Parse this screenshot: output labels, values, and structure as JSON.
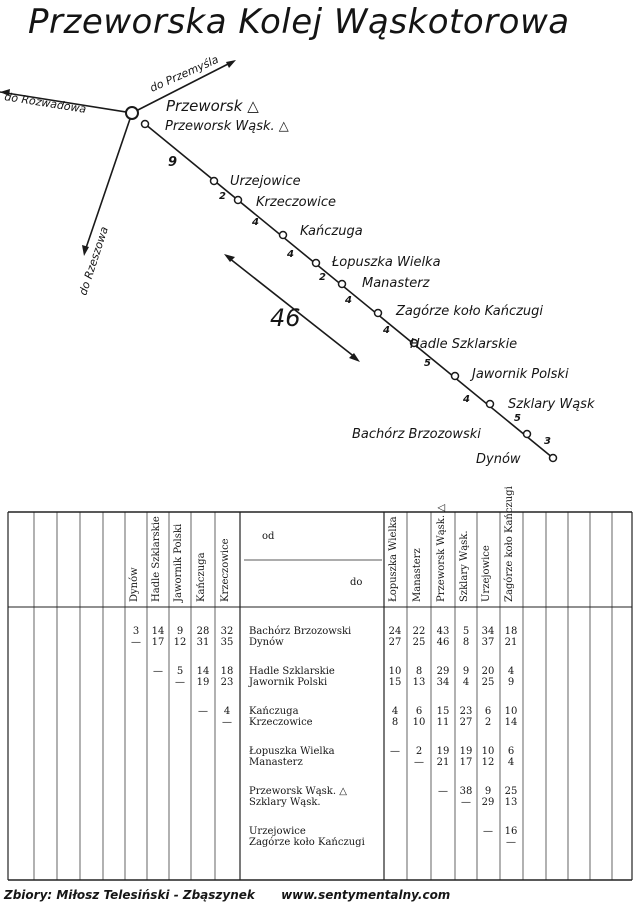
{
  "title": "Przeworska Kolej Wąskotorowa",
  "map": {
    "branches": [
      "do Przemyśla",
      "do Rozwadowa",
      "do Rzeszowa"
    ],
    "junction": "Przeworsk △",
    "line_number": "46",
    "stations": [
      {
        "name": "Przeworsk Wąsk. △",
        "dist": "9"
      },
      {
        "name": "Urzejowice",
        "dist": "2"
      },
      {
        "name": "Krzeczowice",
        "dist": "4"
      },
      {
        "name": "Kańczuga",
        "dist": "4"
      },
      {
        "name": "Łopuszka Wielka",
        "dist": "2"
      },
      {
        "name": "Manasterz",
        "dist": "4"
      },
      {
        "name": "Zagórze koło Kańczugi",
        "dist": "4"
      },
      {
        "name": "Hadle Szklarskie",
        "dist": "5"
      },
      {
        "name": "Jawornik Polski",
        "dist": "4"
      },
      {
        "name": "Szklary Wąsk",
        "dist": "5"
      },
      {
        "name": "Bachórz Brzozowski",
        "dist": "3"
      },
      {
        "name": "Dynów",
        "dist": ""
      }
    ]
  },
  "table": {
    "left_headers": [
      "Dynów",
      "Hadle Szklarskie",
      "Jawornik Polski",
      "Kańczuga",
      "Krzeczowice"
    ],
    "od_label": "od",
    "do_label": "do",
    "right_headers": [
      "Łopuszka Wielka",
      "Manasterz",
      "Przeworsk Wąsk. △",
      "Szklary Wąsk.",
      "Urzejowice",
      "Zagórze koło Kańczugi"
    ],
    "rows": [
      {
        "name": "Bachórz Brzozowski",
        "left": [
          "3",
          "14",
          "9",
          "28",
          "32"
        ],
        "right": [
          "24",
          "22",
          "43",
          "5",
          "34",
          "18"
        ]
      },
      {
        "name": "Dynów",
        "left": [
          "—",
          "17",
          "12",
          "31",
          "35"
        ],
        "right": [
          "27",
          "25",
          "46",
          "8",
          "37",
          "21"
        ]
      },
      {
        "name": "Hadle Szklarskie",
        "left": [
          "",
          "—",
          "5",
          "14",
          "18"
        ],
        "right": [
          "10",
          "8",
          "29",
          "9",
          "20",
          "4"
        ]
      },
      {
        "name": "Jawornik Polski",
        "left": [
          "",
          "",
          "—",
          "19",
          "23"
        ],
        "right": [
          "15",
          "13",
          "34",
          "4",
          "25",
          "9"
        ]
      },
      {
        "name": "Kańczuga",
        "left": [
          "",
          "",
          "",
          "—",
          "4"
        ],
        "right": [
          "4",
          "6",
          "15",
          "23",
          "6",
          "10"
        ]
      },
      {
        "name": "Krzeczowice",
        "left": [
          "",
          "",
          "",
          "",
          "—"
        ],
        "right": [
          "8",
          "10",
          "11",
          "27",
          "2",
          "14"
        ]
      },
      {
        "name": "Łopuszka Wielka",
        "left": [
          "",
          "",
          "",
          "",
          ""
        ],
        "right": [
          "—",
          "2",
          "19",
          "19",
          "10",
          "6"
        ]
      },
      {
        "name": "Manasterz",
        "left": [
          "",
          "",
          "",
          "",
          ""
        ],
        "right": [
          "",
          "—",
          "21",
          "17",
          "12",
          "4"
        ]
      },
      {
        "name": "Przeworsk Wąsk. △",
        "left": [
          "",
          "",
          "",
          "",
          ""
        ],
        "right": [
          "",
          "",
          "—",
          "38",
          "9",
          "25"
        ]
      },
      {
        "name": "Szklary Wąsk.",
        "left": [
          "",
          "",
          "",
          "",
          ""
        ],
        "right": [
          "",
          "",
          "",
          "—",
          "29",
          "13"
        ]
      },
      {
        "name": "Urzejowice",
        "left": [
          "",
          "",
          "",
          "",
          ""
        ],
        "right": [
          "",
          "",
          "",
          "",
          "—",
          "16"
        ]
      },
      {
        "name": "Zagórze koło Kańczugi",
        "left": [
          "",
          "",
          "",
          "",
          ""
        ],
        "right": [
          "",
          "",
          "",
          "",
          "",
          "—"
        ]
      }
    ]
  },
  "footer": {
    "credit": "Zbiory: Miłosz Telesiński - Zbąszynek",
    "website": "www.sentymentalny.com"
  }
}
